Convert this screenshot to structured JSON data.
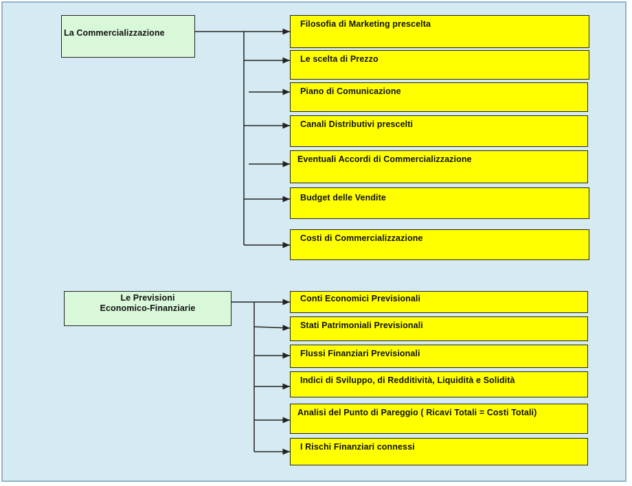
{
  "diagram": {
    "groups": [
      {
        "root": [
          "La Commercializzazione"
        ],
        "items": [
          "Filosofia di Marketing prescelta",
          "Le scelta di Prezzo",
          "Piano di Comunicazione",
          "Canali Distributivi prescelti",
          "Eventuali Accordi di Commercializzazione",
          "Budget delle Vendite",
          "Costi di Commercializzazione"
        ]
      },
      {
        "root": [
          "Le Previsioni",
          "Economico-Finanziarie"
        ],
        "items": [
          "Conti Economici Previsionali",
          "Stati Patrimoniali Previsionali",
          "Flussi Finanziari Previsionali",
          "Indici di Sviluppo, di Redditività, Liquidità e Solidità",
          "Analisi del Punto di Pareggio ( Ricavi Totali = Costi Totali)",
          "I Rischi Finanziari connessi"
        ]
      }
    ],
    "colors": {
      "background": "#d6eaf3",
      "root_box": "#d9f7d9",
      "leaf_box": "#ffff00",
      "line": "#222222"
    }
  }
}
